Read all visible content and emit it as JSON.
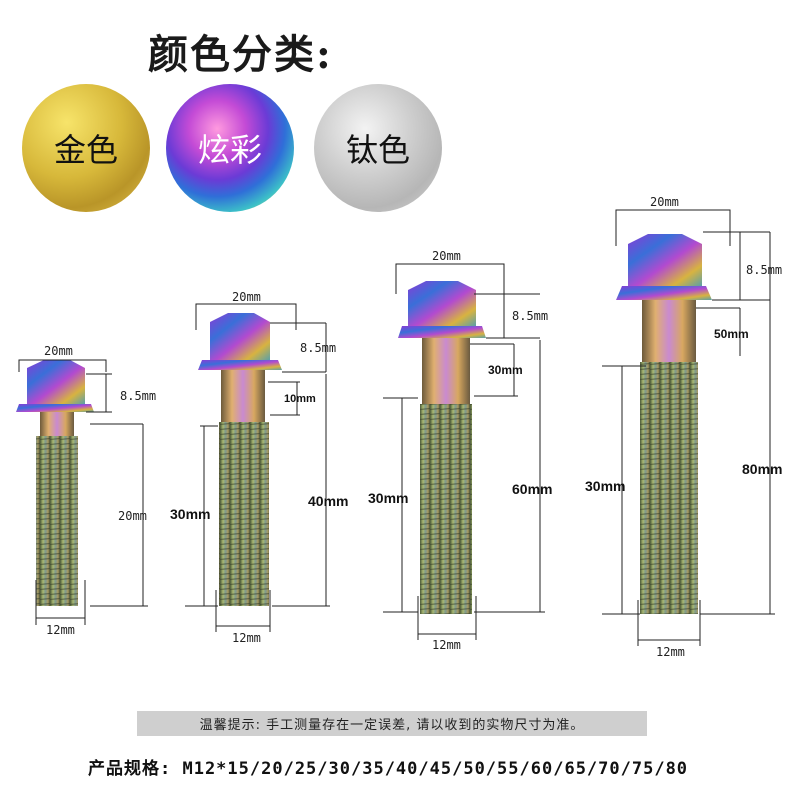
{
  "title": "颜色分类:",
  "colors": [
    {
      "label": "金色",
      "icon": "gold-swatch"
    },
    {
      "label": "炫彩",
      "icon": "rainbow-swatch"
    },
    {
      "label": "钛色",
      "icon": "titanium-swatch"
    }
  ],
  "bolts": [
    {
      "head_width": "20mm",
      "head_height": "8.5mm",
      "total_length": "20mm",
      "thread_diameter": "12mm"
    },
    {
      "head_width": "20mm",
      "head_height": "8.5mm",
      "shank": "10mm",
      "thread_length": "30mm",
      "total_length": "40mm",
      "thread_diameter": "12mm"
    },
    {
      "head_width": "20mm",
      "head_height": "8.5mm",
      "shank": "30mm",
      "thread_length": "30mm",
      "total_length": "60mm",
      "thread_diameter": "12mm"
    },
    {
      "head_width": "20mm",
      "head_height": "8.5mm",
      "shank": "50mm",
      "thread_length": "30mm",
      "total_length": "80mm",
      "thread_diameter": "12mm"
    }
  ],
  "notice": "温馨提示: 手工测量存在一定误差, 请以收到的实物尺寸为准。",
  "spec": "产品规格: M12*15/20/25/30/35/40/45/50/55/60/65/70/75/80"
}
